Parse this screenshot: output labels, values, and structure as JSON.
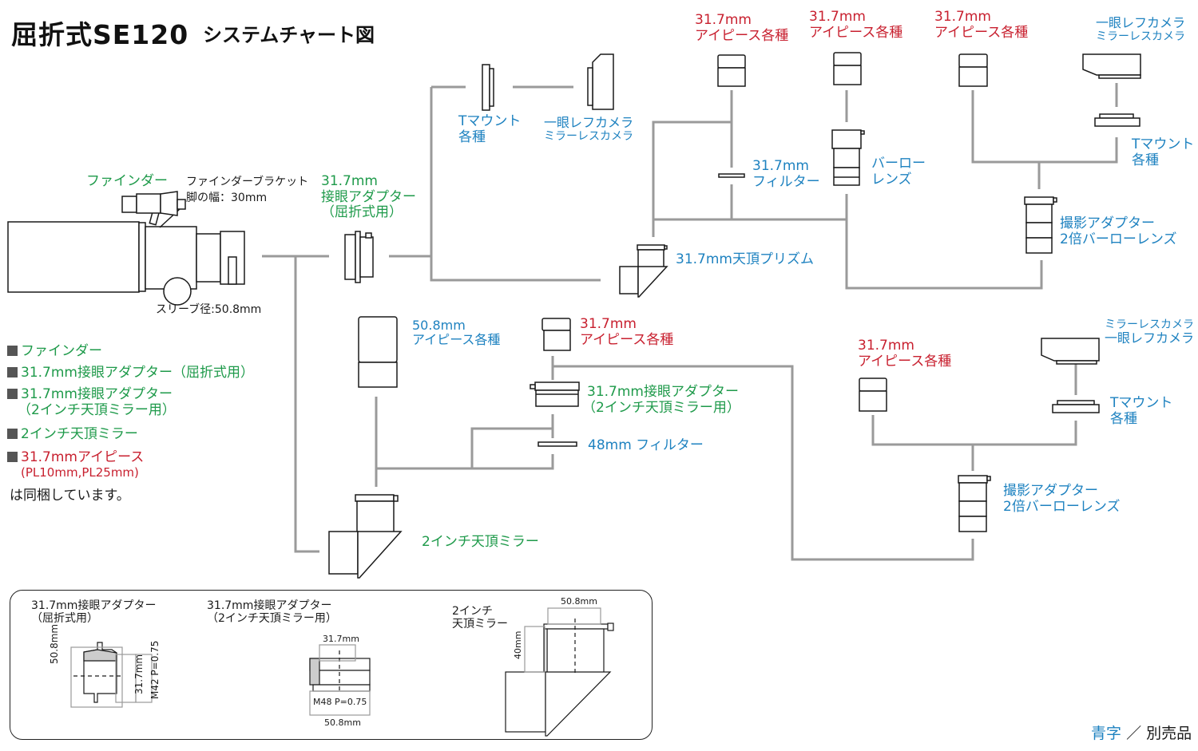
{
  "title": {
    "main": "屈折式SE120",
    "sub": "システムチャート図"
  },
  "colors": {
    "included_green": "#1e9a4a",
    "optional_blue": "#1e82c0",
    "eyepiece_red": "#c8202f",
    "connector_gray": "#9a9a9a",
    "outline_black": "#1a1a1a"
  },
  "telescope": {
    "finder_label": "ファインダー",
    "bracket_label_line1": "ファインダーブラケット",
    "bracket_label_line2": "脚の幅：30mm",
    "sleeve_label": "スリーブ径:50.8mm"
  },
  "components": {
    "adapter_refractor": {
      "line1": "31.7mm",
      "line2": "接眼アダプター",
      "line3": "（屈折式用）"
    },
    "t_mount_top": {
      "line1": "Tマウント",
      "line2": "各種"
    },
    "camera_top": {
      "line1": "一眼レフカメラ",
      "line2": "ミラーレスカメラ"
    },
    "eyepiece_a": {
      "line1": "31.7mm",
      "line2": "アイピース各種"
    },
    "eyepiece_b": {
      "line1": "31.7mm",
      "line2": "アイピース各種"
    },
    "eyepiece_c": {
      "line1": "31.7mm",
      "line2": "アイピース各種"
    },
    "camera_topright": {
      "line1": "一眼レフカメラ",
      "line2": "ミラーレスカメラ"
    },
    "filter_317": {
      "line1": "31.7mm",
      "line2": "フィルター"
    },
    "barlow": {
      "line1": "バーロー",
      "line2": "レンズ"
    },
    "t_mount_right": {
      "line1": "Tマウント",
      "line2": "各種"
    },
    "photo_adapter_top": {
      "line1": "撮影アダプター",
      "line2": "2倍バーローレンズ"
    },
    "zenith_prism": {
      "label": "31.7mm天頂プリズム"
    },
    "eyepiece_508": {
      "line1": "50.8mm",
      "line2": "アイピース各種"
    },
    "eyepiece_d": {
      "line1": "31.7mm",
      "line2": "アイピース各種"
    },
    "adapter_2inch": {
      "line1": "31.7mm接眼アダプター",
      "line2": "（2インチ天頂ミラー用）"
    },
    "filter_48": {
      "label": "48mm フィルター"
    },
    "mirror_2inch": {
      "label": "2インチ天頂ミラー"
    },
    "eyepiece_e": {
      "line1": "31.7mm",
      "line2": "アイピース各種"
    },
    "camera_lowright": {
      "line1": "ミラーレスカメラ",
      "line2": "一眼レフカメラ"
    },
    "t_mount_low": {
      "line1": "Tマウント",
      "line2": "各種"
    },
    "photo_adapter_low": {
      "line1": "撮影アダプター",
      "line2": "2倍バーローレンズ"
    }
  },
  "included_list": {
    "items": [
      {
        "text": "ファインダー",
        "color": "green"
      },
      {
        "text": "31.7mm接眼アダプター（屈折式用）",
        "color": "green"
      },
      {
        "text": "31.7mm接眼アダプター",
        "text2": "（2インチ天頂ミラー用）",
        "color": "green"
      },
      {
        "text": "2インチ天頂ミラー",
        "color": "green"
      },
      {
        "text": "31.7mmアイピース",
        "text2": "(PL10mm,PL25mm)",
        "color": "red"
      }
    ],
    "note": "は同梱しています。"
  },
  "details": {
    "d1": {
      "line1": "31.7mm接眼アダプター",
      "line2": "（屈折式用）",
      "dim_outer": "50.8mm",
      "dim_inner": "31.7mm",
      "thread": "M42  P=0.75"
    },
    "d2": {
      "line1": "31.7mm接眼アダプター",
      "line2": "（2インチ天頂ミラー用）",
      "dim_top": "31.7mm",
      "thread": "M48  P=0.75",
      "dim_bottom": "50.8mm"
    },
    "d3": {
      "line1": "2インチ",
      "line2": "天頂ミラー",
      "dim_top": "50.8mm",
      "dim_side": "40mm"
    }
  },
  "footnote": {
    "blue_part": "青字",
    "separator": "／",
    "rest": "別売品"
  }
}
